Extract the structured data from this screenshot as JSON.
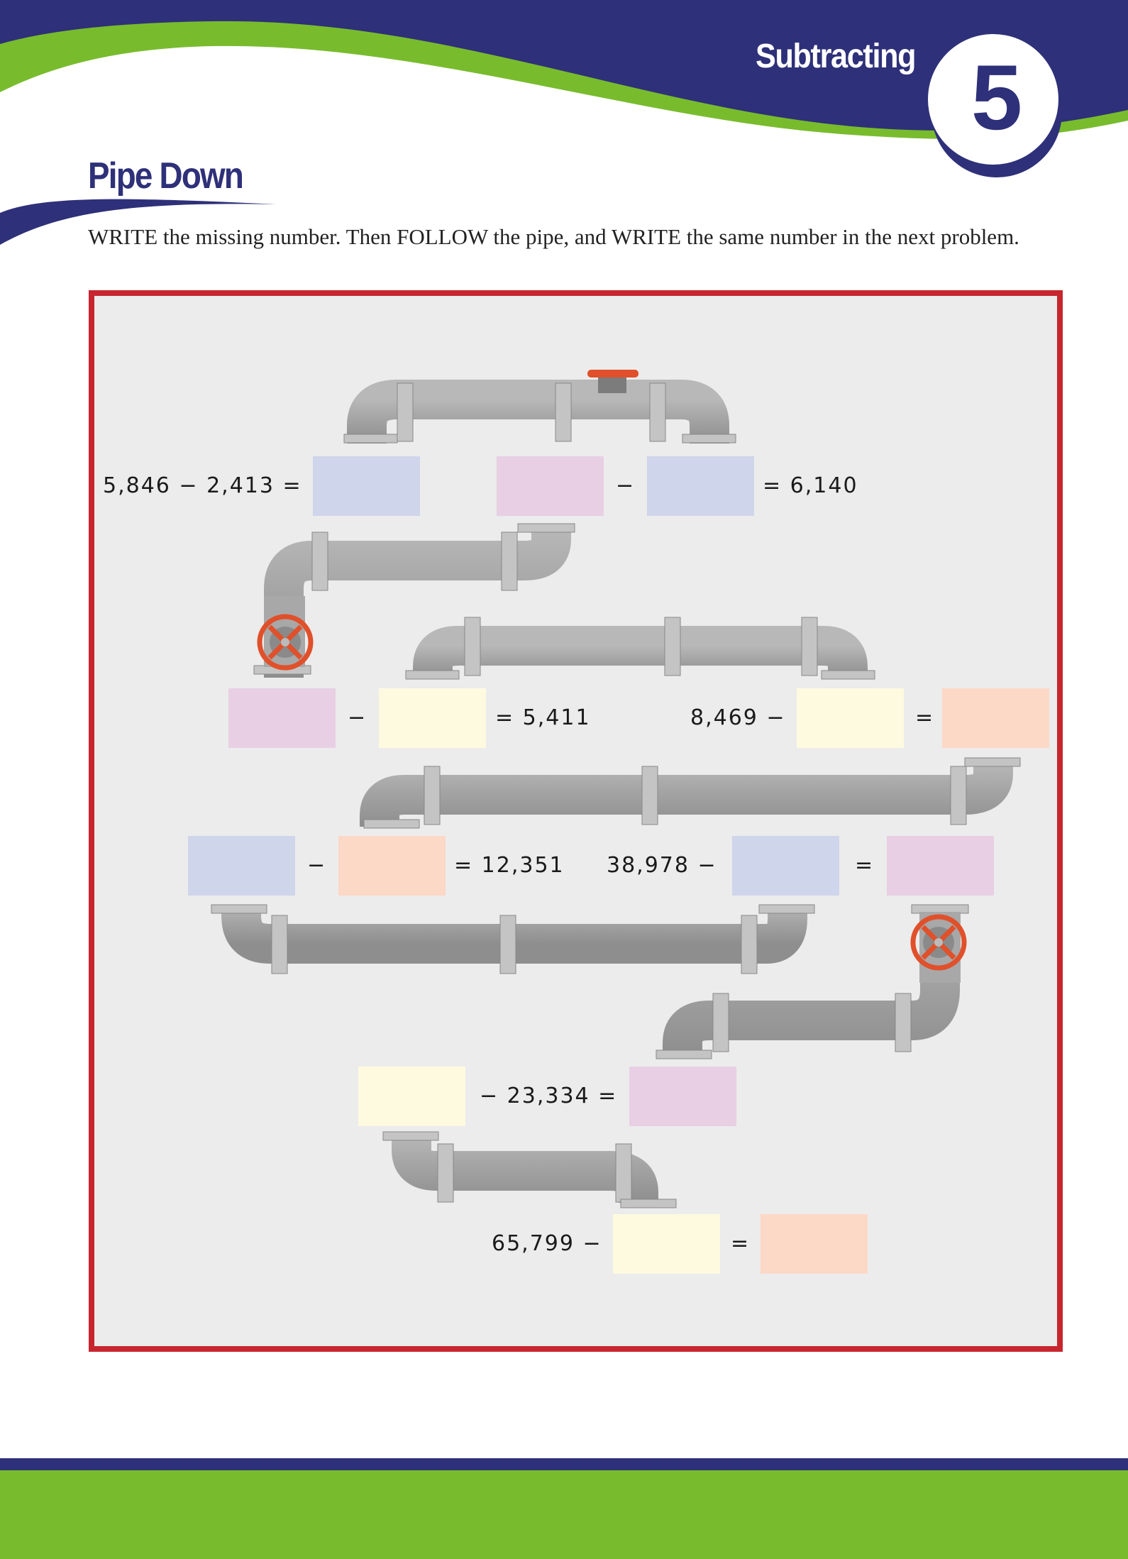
{
  "header": {
    "section_label": "Subtracting",
    "badge_number": "5",
    "colors": {
      "navy": "#2e3079",
      "green": "#78bc2d"
    }
  },
  "page": {
    "title": "Pipe Down",
    "instructions": "WRITE the missing number. Then FOLLOW the pipe, and WRITE the same number in the next problem."
  },
  "frame": {
    "border_color": "#c8262f",
    "background": "#ececec"
  },
  "box_colors": {
    "blue": "#cfd5ea",
    "pink": "#e8cfe3",
    "yellow": "#fefae0",
    "peach": "#fcd8c6"
  },
  "problems": [
    {
      "id": 1,
      "left_text": "5,846 − 2,413 =",
      "answer_box": "blue",
      "answer_value": ""
    },
    {
      "id": 2,
      "first_box": "pink",
      "operator": "−",
      "second_box": "blue",
      "right_text": "= 6,140",
      "values": [
        "",
        ""
      ]
    },
    {
      "id": 3,
      "first_box": "pink",
      "operator": "−",
      "second_box": "yellow",
      "right_text": "= 5,411",
      "values": [
        "",
        ""
      ]
    },
    {
      "id": 4,
      "left_text": "8,469 −",
      "first_box": "yellow",
      "operator": "=",
      "second_box": "peach",
      "values": [
        "",
        ""
      ]
    },
    {
      "id": 5,
      "first_box": "blue",
      "operator": "−",
      "second_box": "peach",
      "right_text": "= 12,351",
      "values": [
        "",
        ""
      ]
    },
    {
      "id": 6,
      "left_text": "38,978 −",
      "first_box": "blue",
      "operator": "=",
      "second_box": "pink",
      "values": [
        "",
        ""
      ]
    },
    {
      "id": 7,
      "first_box": "yellow",
      "middle_text": "− 23,334 =",
      "second_box": "pink",
      "values": [
        "",
        ""
      ]
    },
    {
      "id": 8,
      "left_text": "65,799 −",
      "first_box": "yellow",
      "operator": "=",
      "second_box": "peach",
      "values": [
        "",
        ""
      ]
    }
  ],
  "icons": [
    "pipe-icon",
    "valve-wheel-icon",
    "valve-handle-icon"
  ]
}
